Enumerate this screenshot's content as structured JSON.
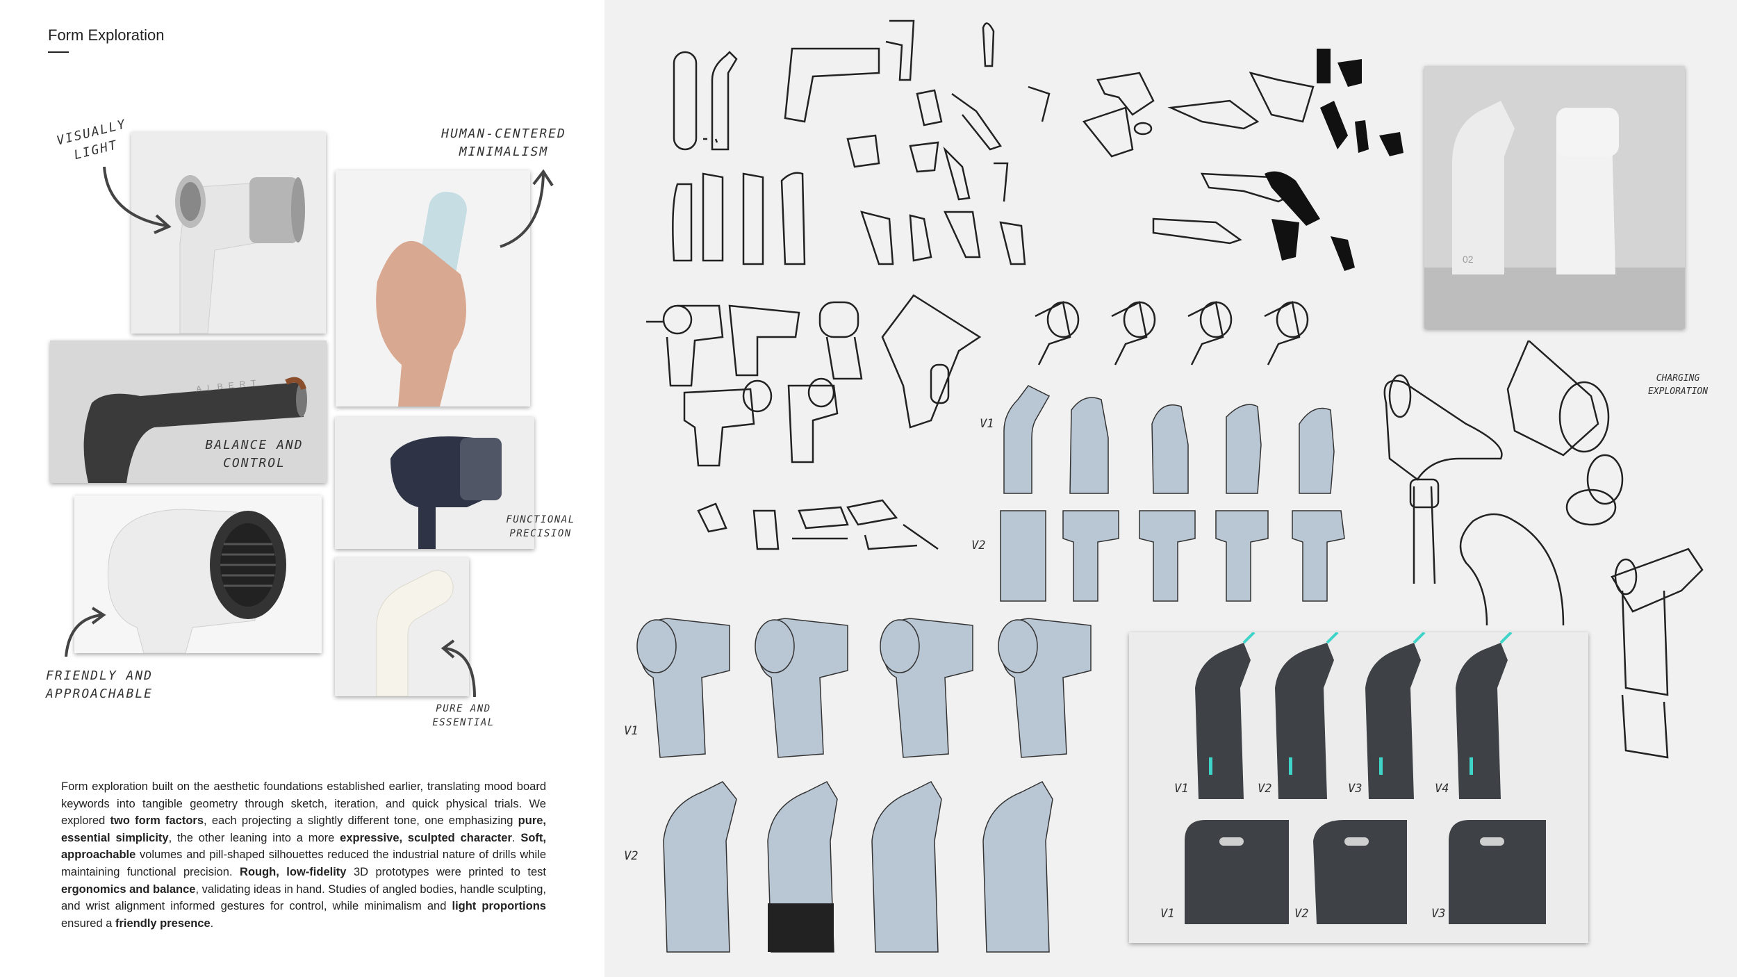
{
  "header": {
    "title": "Form Exploration"
  },
  "moodboard": {
    "visually_light": "VISUALLY LIGHT",
    "human_centered": "HUMAN-CENTERED MINIMALISM",
    "balance": "BALANCE AND CONTROL",
    "functional": "FUNCTIONAL PRECISION",
    "friendly": "FRIENDLY AND APPROACHABLE",
    "pure": "PURE AND ESSENTIAL",
    "brand_mark": "ALBERT"
  },
  "description": {
    "p1": "Form exploration built on the aesthetic foundations established earlier, translating mood board keywords into tangible geometry through sketch, iteration, and quick physical trials. We explored ",
    "b1": "two form factors",
    "p2": ", each projecting a slightly different tone, one emphasizing ",
    "b2": "pure, essential simplicity",
    "p3": ", the other leaning into a more ",
    "b3": "expressive, sculpted character",
    "p4": ". ",
    "b4": "Soft, approachable",
    "p5": " volumes and pill-shaped silhouettes reduced the industrial nature of drills while maintaining functional precision. ",
    "b5": "Rough, low-fidelity",
    "p6": " 3D prototypes were printed to test ",
    "b6": "ergonomics and balance",
    "p7": ", validating ideas in hand. Studies of angled bodies, handle sculpting, and wrist alignment informed gestures for control, while minimalism and ",
    "b7": "light proportions",
    "p8": " ensured a ",
    "b8": "friendly presence",
    "p9": "."
  },
  "sketches": {
    "charging": "CHARGING EXPLORATION",
    "v1": "V1",
    "v2": "V2",
    "v3": "V3",
    "v4": "V4",
    "prototype_num": "02"
  },
  "colors": {
    "sketch_fill": "#b9c6d4",
    "render_body": "#3e4145",
    "accent": "#3ed4c8",
    "panel": "#f1f1f1"
  }
}
